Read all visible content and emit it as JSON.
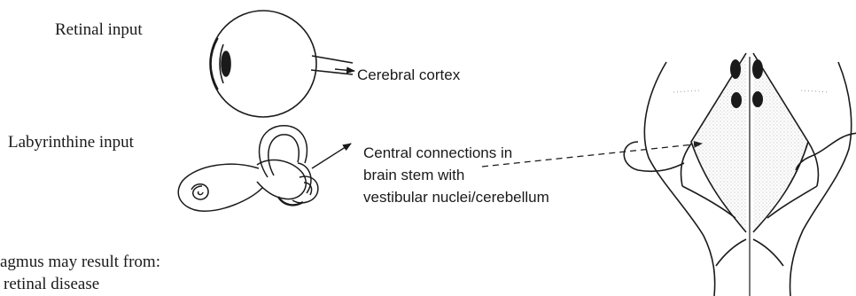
{
  "labels": {
    "retinal_input": "Retinal input",
    "cerebral_cortex": "Cerebral cortex",
    "labyrinthine_input": "Labyrinthine input",
    "central_connections": [
      "Central connections in",
      "brain stem with",
      "vestibular nuclei/cerebellum"
    ],
    "causes_heading": "agmus may result from:",
    "causes": [
      "retinal disease"
    ]
  },
  "colors": {
    "ink": "#1a1a1a",
    "shading": "#9a9a9a",
    "background": "#ffffff"
  }
}
